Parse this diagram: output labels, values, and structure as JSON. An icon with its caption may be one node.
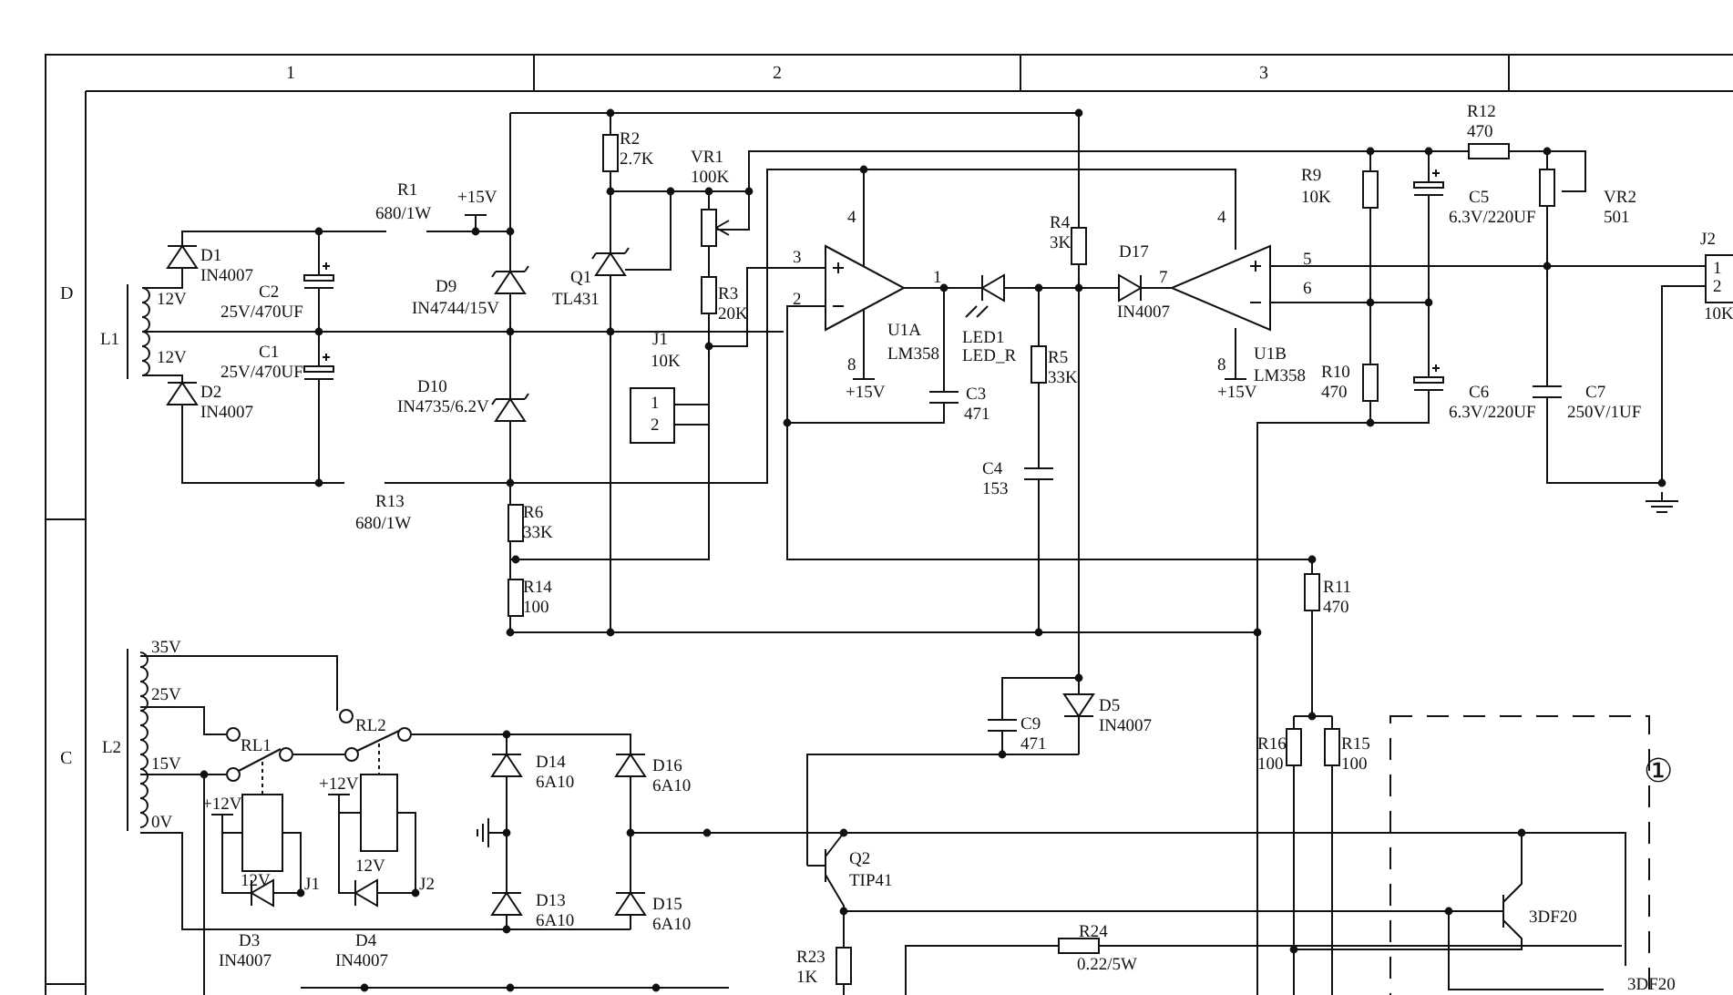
{
  "diagram": {
    "labels": [
      "1",
      "2",
      "3",
      "D",
      "C",
      "R1",
      "680/1W",
      "+15V",
      "D1",
      "IN4007",
      "12V",
      "C2",
      "25V/470UF",
      "D9",
      "IN4744/15V",
      "Q1",
      "TL431",
      "L1",
      "12V",
      "C1",
      "25V/470UF",
      "D2",
      "IN4007",
      "D10",
      "IN4735/6.2V",
      "R13",
      "680/1W",
      "R6",
      "33K",
      "R14",
      "100",
      "R2",
      "2.7K",
      "VR1",
      "100K",
      "R3",
      "20K",
      "J1",
      "10K",
      "1",
      "2",
      "3",
      "2",
      "4",
      "8",
      "+15V",
      "U1A",
      "LM358",
      "1",
      "LED1",
      "LED_R",
      "C3",
      "471",
      "R4",
      "3K",
      "R5",
      "33K",
      "C4",
      "153",
      "D17",
      "IN4007",
      "7",
      "R12",
      "470",
      "R9",
      "10K",
      "C5",
      "VR2",
      "4",
      "6.3V/220UF",
      "501",
      "5",
      "6",
      "U1B",
      "LM358",
      "8",
      "+15V",
      "R10",
      "470",
      "C6",
      "6.3V/220UF",
      "C7",
      "250V/1UF",
      "J2",
      "1",
      "2",
      "10K",
      "R11",
      "470",
      "35V",
      "25V",
      "L2",
      "15V",
      "0V",
      "RL1",
      "RL2",
      "+12V",
      "+12V",
      "12V",
      "J1",
      "12V",
      "J2",
      "D3",
      "IN4007",
      "D4",
      "IN4007",
      "D14",
      "6A10",
      "D16",
      "6A10",
      "D13",
      "6A10",
      "D15",
      "6A10",
      "C9",
      "471",
      "D5",
      "IN4007",
      "Q2",
      "TIP41",
      "R24",
      "0.22/5W",
      "R23",
      "1K",
      "R16",
      "100",
      "R15",
      "100",
      "①",
      "3DF20",
      "3DF20"
    ]
  }
}
